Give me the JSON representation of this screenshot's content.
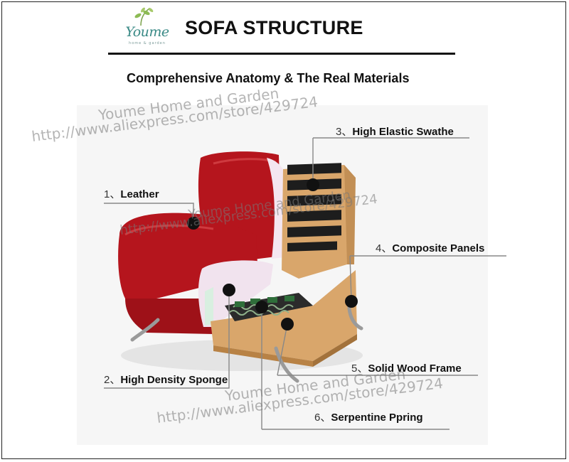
{
  "header": {
    "logo_text": "Youme",
    "logo_subtext": "home & garden",
    "title": "SOFA STRUCTURE",
    "subtitle": "Comprehensive Anatomy & The Real Materials"
  },
  "watermarks": [
    "Youme Home and Garden",
    "http://www.aliexpress.com/store/429724",
    "Youme Home and Garden",
    "http://www.aliexpress.com/store/429724",
    "Youme Home and Garden",
    "http://www.aliexpress.com/store/429724"
  ],
  "callouts": [
    {
      "num": "1、",
      "text": "Leather"
    },
    {
      "num": "2、",
      "text": "High Density Sponge"
    },
    {
      "num": "3、",
      "text": "High Elastic Swathe"
    },
    {
      "num": "4、",
      "text": "Composite Panels"
    },
    {
      "num": "5、",
      "text": "Solid Wood Frame"
    },
    {
      "num": "6、",
      "text": "Serpentine Ppring"
    }
  ],
  "colors": {
    "leather": "#b0141c",
    "wood": "#d9a66b",
    "sponge": "#f2e4ef",
    "marker": "#111111"
  }
}
